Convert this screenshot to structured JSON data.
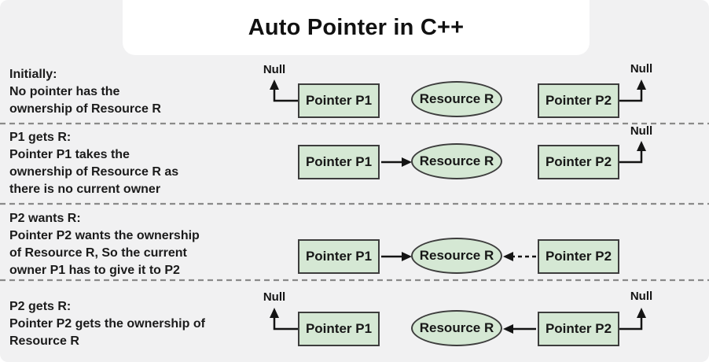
{
  "title": "Auto Pointer in C++",
  "labels": {
    "null": "Null"
  },
  "nodes": {
    "p1": "Pointer P1",
    "resource": "Resource R",
    "p2": "Pointer P2"
  },
  "rows": [
    {
      "heading": "Initially:",
      "lines": [
        "No pointer has the",
        "ownership of Resource R"
      ]
    },
    {
      "heading": "P1 gets R:",
      "lines": [
        "Pointer P1 takes the",
        "ownership of Resource R as",
        "there is no current owner"
      ]
    },
    {
      "heading": "P2 wants R:",
      "lines": [
        "Pointer P2 wants the ownership",
        "of Resource R, So the current",
        "owner P1 has to give it to P2"
      ]
    },
    {
      "heading": "P2 gets R:",
      "lines": [
        "Pointer P2 gets the ownership of",
        "Resource R"
      ]
    }
  ],
  "colors": {
    "background": "#f1f1f2",
    "panel": "#ffffff",
    "node_fill": "#d5e8d4",
    "node_border": "#3d3d3d",
    "line": "#141414",
    "separator": "#8a8a8a",
    "text": "#1b1b1b"
  }
}
